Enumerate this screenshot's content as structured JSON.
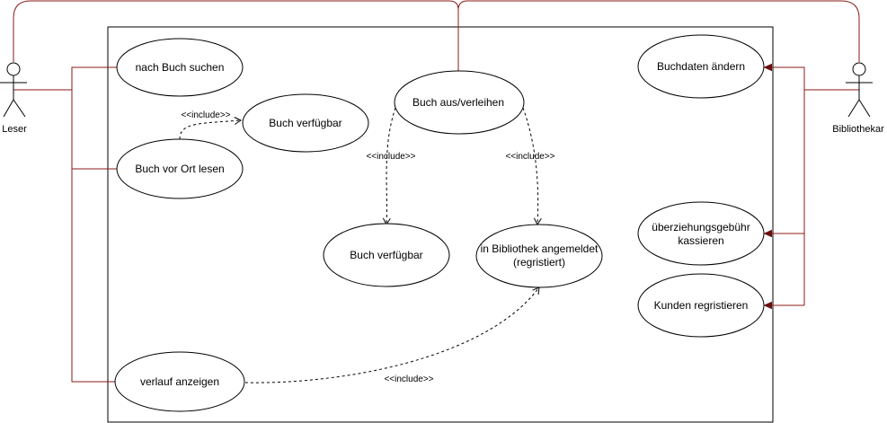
{
  "actors": {
    "leser": "Leser",
    "bibliothekar": "Bibliothekar"
  },
  "use_cases": {
    "nach_buch_suchen": "nach Buch suchen",
    "buch_verfuegbar_top": "Buch verfügbar",
    "buch_vor_ort_lesen": "Buch vor Ort lesen",
    "buch_aus_verleihen": "Buch aus/verleihen",
    "buch_verfuegbar_mid": "Buch verfügbar",
    "in_bibliothek_angemeldet": [
      "in Bibliothek angemeldet",
      "(regristiert)"
    ],
    "verlauf_anzeigen": "verlauf anzeigen",
    "buchdaten_aendern": "Buchdaten ändern",
    "ueberziehungsgebuehr": [
      "überziehungsgebühr",
      "kassieren"
    ],
    "kunden_regristieren": "Kunden regristieren"
  },
  "relations": {
    "include_label": "<<include>>"
  },
  "colors": {
    "association": "#8b1a1a",
    "line": "#000000",
    "background": "#ffffff"
  }
}
